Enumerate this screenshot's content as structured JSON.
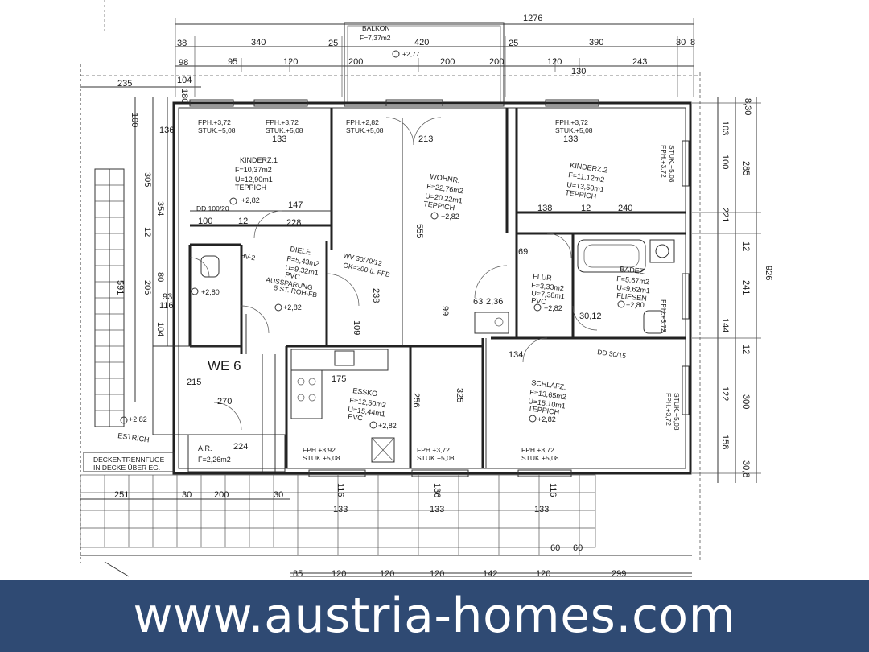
{
  "colors": {
    "footer_bg": "#2f4a73",
    "footer_text": "#ffffff",
    "line": "#222222",
    "paper": "#ffffff"
  },
  "footer": {
    "url": "www.austria-homes.com"
  },
  "plan": {
    "unit_label": "WE 6",
    "top_dims": {
      "total": "1276",
      "row1": [
        "38",
        "340",
        "25",
        "420",
        "25",
        "390",
        "30",
        "8"
      ],
      "row2": [
        "98",
        "95",
        "120",
        "200",
        "200",
        "200",
        "120",
        "243"
      ],
      "row3": [
        "235",
        "104",
        "130"
      ]
    },
    "rooms": {
      "balkon": {
        "name": "BALKON",
        "area": "F=7,37m2",
        "level": "+2,77"
      },
      "kinderz1": {
        "name": "KINDERZ.1",
        "area": "F=10,37m2",
        "perimeter": "U=12,90m1",
        "floor": "TEPPICH",
        "level": "+2,82"
      },
      "wohnr": {
        "name": "WOHNR.",
        "area": "F=22,76m2",
        "perimeter": "U=20,22m1",
        "floor": "TEPPICH",
        "level": "+2,82"
      },
      "kinderz2": {
        "name": "KINDERZ.2",
        "area": "F=11,12m2",
        "perimeter": "U=13,50m1",
        "floor": "TEPPICH"
      },
      "diele": {
        "name": "DIELE",
        "area": "F=5,43m2",
        "perimeter": "U=9,32m1",
        "floor": "PVC",
        "level": "+2,82"
      },
      "flur": {
        "name": "FLUR",
        "area": "F=3,33m2",
        "perimeter": "U=7,38m1",
        "floor": "PVC",
        "level": "+2,82"
      },
      "bad": {
        "name": "BADEZ.",
        "area": "F=5,67m2",
        "perimeter": "U=9,62m1",
        "floor": "FLIESEN",
        "level": "+2,80"
      },
      "essko": {
        "name": "ESSKO",
        "area": "F=12,50m2",
        "perimeter": "U=15,44m1",
        "floor": "PVC",
        "level": "+2,82"
      },
      "schlafz": {
        "name": "SCHLAFZ.",
        "area": "F=13,65m2",
        "perimeter": "U=15,10m1",
        "floor": "TEPPICH",
        "level": "+2,82"
      },
      "ar": {
        "name": "A.R.",
        "area": "F=2,26m2"
      },
      "estrich": {
        "name": "ESTRICH",
        "level": "+2,82"
      },
      "wc": {
        "level": "+2,80"
      }
    },
    "window_notes": {
      "fph1": "FPH.+3,72",
      "stuk1": "STUK.+5,08",
      "fph2": "FPH.+2,82",
      "fph3": "FPH.+3,92",
      "stuk2": "STUK.+5,08"
    },
    "notes": {
      "deckentrenn": "DECKENTRENNFUGE",
      "in_decke": "IN DECKE ÜBER EG.",
      "ausspar": "AUSSPARUNG",
      "wv": "WV 30/70/12",
      "ok": "OK=200 ü. FFB",
      "dd_left": "DD 100/20",
      "dd_right": "DD 30/15",
      "hv": "HV-2",
      "schacht": "5 ST. ROH-FB"
    },
    "inner_dims": {
      "d133": "133",
      "d213": "213",
      "d147": "147",
      "d228": "228",
      "d100": "100",
      "d12": "12",
      "d138": "138",
      "d240": "240",
      "d555": "555",
      "d354": "354",
      "d238": "238",
      "d109": "109",
      "d99": "99",
      "d256": "256",
      "d325": "325",
      "d175": "175",
      "d215": "215",
      "d270": "270",
      "d224": "224",
      "d134": "134",
      "d69": "69",
      "d63": "63",
      "d236": "2,36",
      "d3012": "30,12"
    },
    "right_dims": [
      "8,30",
      "103",
      "100",
      "285",
      "221",
      "12",
      "926",
      "241",
      "144",
      "12",
      "122",
      "300",
      "158",
      "30,8"
    ],
    "left_dims": [
      "100",
      "305",
      "12",
      "206",
      "80",
      "104",
      "591",
      "93",
      "116",
      "136",
      "180"
    ],
    "bottom_dims": [
      "251",
      "30",
      "200",
      "30",
      "85",
      "120",
      "120",
      "120",
      "142",
      "120",
      "299",
      "60",
      "60",
      "133",
      "133",
      "133",
      "116",
      "136",
      "116"
    ]
  }
}
